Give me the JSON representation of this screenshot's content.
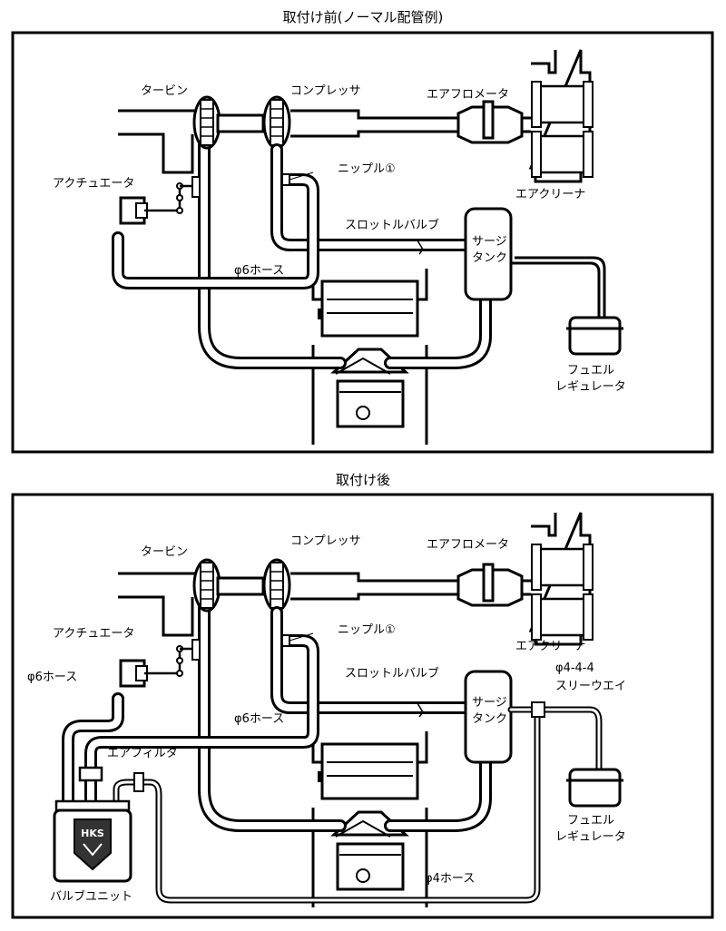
{
  "before": {
    "title": "取付け前(ノーマル配管例)",
    "labels": {
      "turbine": "タービン",
      "compressor": "コンプレッサ",
      "airflow_meter": "エアフロメータ",
      "actuator": "アクチュエータ",
      "nipple": "ニップル①",
      "air_cleaner": "エアクリーナ",
      "throttle_valve": "スロットルバルブ",
      "surge_tank_1": "サージ",
      "surge_tank_2": "タンク",
      "hose_6": "φ6ホース",
      "fuel_regulator_1": "フュエル",
      "fuel_regulator_2": "レギュレータ"
    }
  },
  "after": {
    "title": "取付け後",
    "labels": {
      "turbine": "タービン",
      "compressor": "コンプレッサ",
      "airflow_meter": "エアフロメータ",
      "actuator": "アクチュエータ",
      "nipple": "ニップル①",
      "air_cleaner": "エアクリーナ",
      "throttle_valve": "スロットルバルブ",
      "surge_tank_1": "サージ",
      "surge_tank_2": "タンク",
      "hose_6_left": "φ6ホース",
      "hose_6_mid": "φ6ホース",
      "three_way_1": "φ4-4-4",
      "three_way_2": "スリーウエイ",
      "air_filter": "エアフィルタ",
      "fuel_regulator_1": "フュエル",
      "fuel_regulator_2": "レギュレータ",
      "hose_4": "φ4ホース",
      "valve_unit": "バルブユニット",
      "unit_logo": "HKS"
    }
  }
}
